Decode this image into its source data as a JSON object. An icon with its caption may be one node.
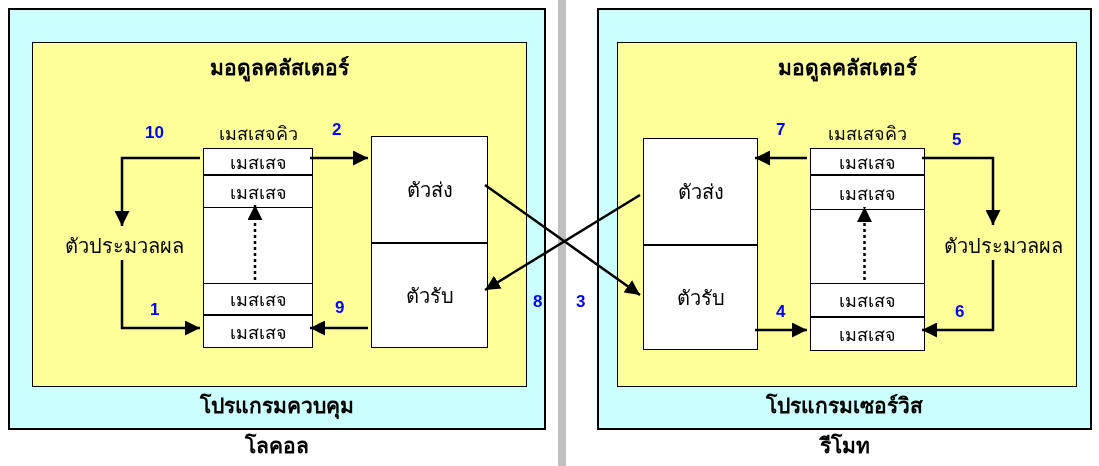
{
  "diagram": {
    "nodes": [
      {
        "text": [
          "โปรแกรมควบคุม"
        ],
        "beside": [
          "โลคอล"
        ]
      },
      {
        "text": [
          "มอดูลคลัสเตอร์"
        ],
        "in": 0
      },
      {
        "text": [
          "เมสเสจคิว"
        ],
        "in": 1
      },
      {
        "text": [
          "เมสเสจ"
        ],
        "in": 2
      },
      {
        "text": [
          "เมสเสจ"
        ],
        "in": 2
      },
      {
        "text": [
          "เมสเสจ"
        ],
        "in": 2
      },
      {
        "text": [
          "เมสเสจ"
        ],
        "in": 2
      },
      {
        "text": [
          "ตัวประมวลผล"
        ],
        "in": 1
      },
      {
        "text": [
          "ตัวส่ง"
        ],
        "in": 1
      },
      {
        "text": [
          "ตัวรับ"
        ],
        "in": 1
      },
      {
        "text": [
          "โปรแกรมเซอร์วิส"
        ],
        "beside": [
          "รีโมท"
        ]
      },
      {
        "text": [
          "มอดูลคลัสเตอร์"
        ],
        "in": 10
      },
      {
        "text": [
          "ตัวส่ง"
        ],
        "in": 11
      },
      {
        "text": [
          "ตัวรับ"
        ],
        "in": 11
      },
      {
        "text": [
          "เมสเสจคิว"
        ],
        "in": 11
      },
      {
        "text": [
          "เมสเสจ"
        ],
        "in": 14
      },
      {
        "text": [
          "เมสเสจ"
        ],
        "in": 14
      },
      {
        "text": [
          "เมสเสจ"
        ],
        "in": 14
      },
      {
        "text": [
          "เมสเสจ"
        ],
        "in": 14
      },
      {
        "text": [
          "ตัวประมวลผล"
        ],
        "in": 11
      }
    ],
    "edges": [
      {
        "from": 7,
        "to": 6,
        "arrow": "to",
        "label": "1"
      },
      {
        "from": 3,
        "to": 8,
        "arrow": "to",
        "label": "2"
      },
      {
        "from": 8,
        "to": 13,
        "arrow": "to",
        "label": "3"
      },
      {
        "from": 13,
        "to": 18,
        "arrow": "to",
        "label": "4"
      },
      {
        "from": 15,
        "to": 19,
        "arrow": "to",
        "label": "5"
      },
      {
        "from": 19,
        "to": 18,
        "arrow": "to",
        "label": "6"
      },
      {
        "from": 15,
        "to": 12,
        "arrow": "to",
        "label": "7"
      },
      {
        "from": 12,
        "to": 9,
        "arrow": "to",
        "label": "8"
      },
      {
        "from": 9,
        "to": 6,
        "arrow": "to",
        "label": "9"
      },
      {
        "from": 3,
        "to": 7,
        "arrow": "to",
        "label": "10"
      },
      {
        "from": 5,
        "to": 4,
        "arrow": "to",
        "style": "dashed"
      },
      {
        "from": 17,
        "to": 16,
        "arrow": "to",
        "style": "dashed"
      }
    ]
  }
}
